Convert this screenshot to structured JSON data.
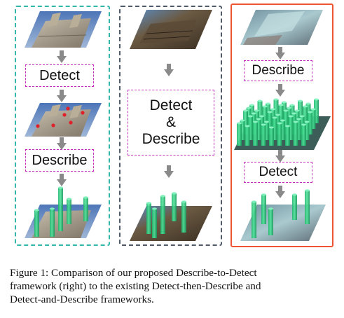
{
  "panels": {
    "left": {
      "detect_label": "Detect",
      "describe_label": "Describe"
    },
    "middle": {
      "line1": "Detect",
      "line2": "&",
      "line3": "Describe"
    },
    "right": {
      "describe_label": "Describe",
      "detect_label": "Detect"
    }
  },
  "caption": {
    "line1": "Figure 1: Comparison of our proposed Describe-to-Detect",
    "line2": "framework (right) to the existing Detect-then-Describe and",
    "line3": "Detect-and-Describe frameworks."
  },
  "colors": {
    "left_border": "#33b7aa",
    "middle_border": "#4f5a69",
    "right_border": "#ee5535",
    "label_border": "#c42cbc",
    "arrow": "#8a8a8a",
    "cylinder": "#2ecf7d",
    "keypoint": "#e0202a"
  }
}
